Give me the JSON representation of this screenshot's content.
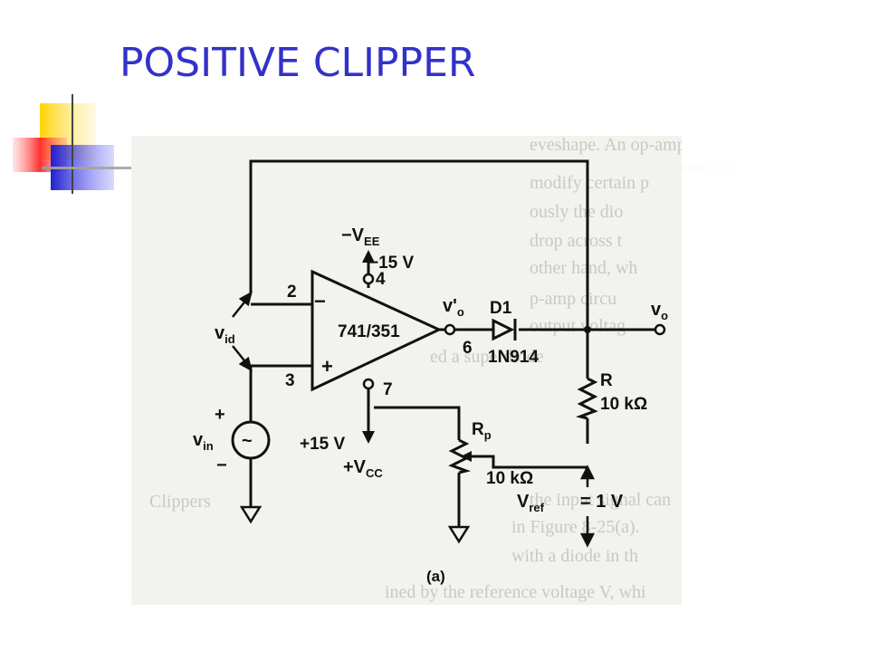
{
  "slide": {
    "title": "POSITIVE CLIPPER"
  },
  "figure": {
    "opamp_label": "741/351",
    "pins": {
      "inv": "2",
      "noninv": "3",
      "vneg": "4",
      "vpos": "7",
      "out": "6"
    },
    "minus_sign": "−",
    "plus_sign": "+",
    "vee_label": "−V",
    "vee_sub": "EE",
    "vee_value": "−15 V",
    "vcc_value": "+15 V",
    "vcc_label": "+V",
    "vcc_sub": "CC",
    "vid_label": "v",
    "vid_sub": "id",
    "vin_label": "v",
    "vin_sub": "in",
    "vin_plus": "+",
    "vin_minus": "−",
    "vo_prime_label": "v'",
    "vo_prime_sub": "o",
    "vo_label": "v",
    "vo_sub": "o",
    "diode_name": "D1",
    "diode_part": "1N914",
    "r_name": "R",
    "r_value": "10 kΩ",
    "rp_name": "R",
    "rp_sub": "p",
    "rp_value": "10 kΩ",
    "vref_label": "V",
    "vref_sub": "ref",
    "vref_value": "= 1 V",
    "caption": "(a)"
  }
}
